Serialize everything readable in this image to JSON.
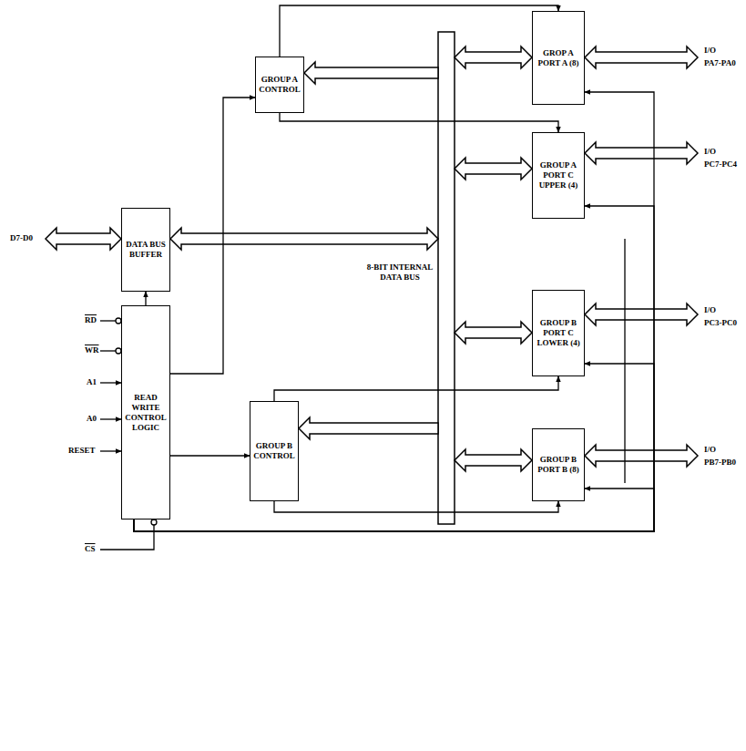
{
  "diagram": {
    "nodes": [
      {
        "text": [
          "GROP A PORT A (8)"
        ]
      },
      {
        "text": [
          "GROUP A CONTROL"
        ]
      },
      {
        "text": [
          "GROUP A PORT C UPPER (4)"
        ]
      },
      {
        "text": [
          "DATA BUS BUFFER"
        ]
      },
      {
        "text": [
          "GROUP B PORT C LOWER (4)"
        ]
      },
      {
        "text": [
          "READ WRITE CONTROL LOGIC"
        ]
      },
      {
        "text": [
          "GROUP B CONTROL"
        ]
      },
      {
        "text": [
          "GROUP B PORT B (8)"
        ]
      }
    ],
    "edges": [
      {
        "from": 1,
        "to": 0,
        "arrow": "to"
      },
      {
        "from": 1,
        "to": 2,
        "arrow": "to"
      },
      {
        "from": 5,
        "to": 3,
        "arrow": "to"
      },
      {
        "from": 5,
        "to": 1,
        "arrow": "to"
      },
      {
        "from": 5,
        "to": 6,
        "arrow": "to"
      },
      {
        "from": 6,
        "to": 4,
        "arrow": "to"
      },
      {
        "from": 6,
        "to": 7,
        "arrow": "to"
      },
      {
        "from": 5,
        "to": 0,
        "arrow": "to"
      },
      {
        "from": 5,
        "to": 2,
        "arrow": "to"
      },
      {
        "from": 5,
        "to": 4,
        "arrow": "to"
      },
      {
        "from": 5,
        "to": 7,
        "arrow": "to"
      }
    ],
    "labels": [
      "D7-D0",
      "8-BIT INTERNAL DATA BUS",
      "RD",
      "WR",
      "A1",
      "A0",
      "RESET",
      "CS",
      "I/O",
      "PA7-PA0",
      "I/O",
      "PC7-PC4",
      "I/O",
      "PC3-PC0",
      "I/O",
      "PB7-PB0"
    ]
  }
}
